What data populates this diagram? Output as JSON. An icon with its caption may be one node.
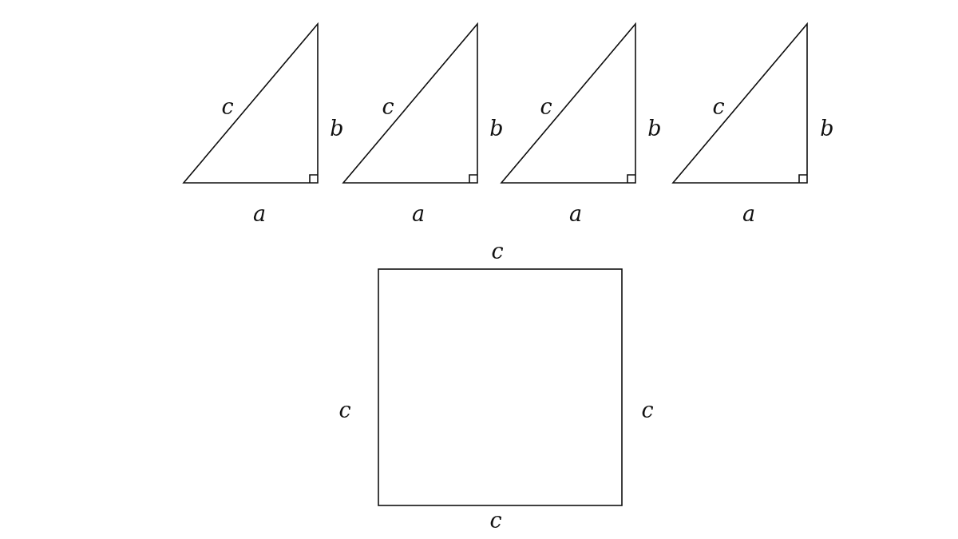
{
  "diagram": {
    "nodes": [
      {
        "text": [],
        "shape": "triangle",
        "beside": [
          "c",
          "b",
          "a"
        ]
      },
      {
        "text": [],
        "shape": "triangle",
        "beside": [
          "c",
          "b",
          "a"
        ]
      },
      {
        "text": [],
        "shape": "triangle",
        "beside": [
          "c",
          "b",
          "a"
        ]
      },
      {
        "text": [],
        "shape": "triangle",
        "beside": [
          "c",
          "b",
          "a"
        ]
      },
      {
        "text": [],
        "shape": "box",
        "beside": [
          "c",
          "c",
          "c",
          "c"
        ]
      }
    ]
  }
}
